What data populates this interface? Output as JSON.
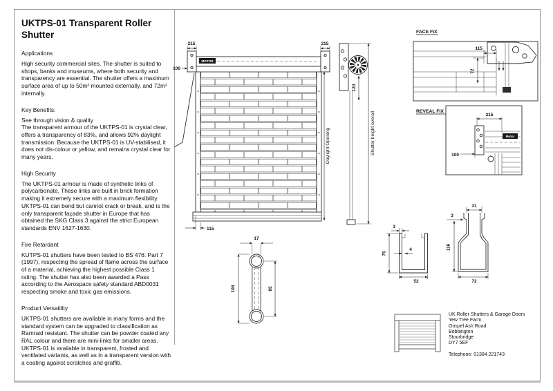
{
  "doc": {
    "title": "UKTPS-01 Transparent Roller Shutter",
    "sections": [
      {
        "heading": "Applications",
        "body": "High security commercial sites. The shutter is suited to shops, banks and museums, where both security and transparency are essential. The shutter offers a maximum surface area of up to 50m² mounted externally, and 72m² internally."
      },
      {
        "heading": "Key Benefits:",
        "lead": "See through vision & quality",
        "body": "The transparent armour of the UKTPS-01 is crystal clear, offers a transparency of 83%, and allows 92% daylight transmission. Because the UKTPS-01 is UV-stabilised, it does not dis-colour or yellow, and remains crystal clear for many years."
      },
      {
        "heading": "High Security",
        "body": "The UKTPS-01 armour is made of synthetic links of polycarbonate. These links are built in brick formation making it extremely secure with a maximum flexibility. UKTPS-01 can bend but cannot crack or break, and is the only transparent façade shutter in Europe that has obtained the SKG Class 3 against the strict European standards ENV 1627-1630."
      },
      {
        "heading": "Fire Retardant",
        "body": "KUTPS-01 shutters have been tested to BS 476: Part 7 (1997), respecting the spread of flame across the surface of a material, achieving the highest possible Class 1 rating. The shutter has also been awarded a Pass according to the Aerospace safety standard ABD0031 respecting smoke and toxic gas emissions."
      },
      {
        "heading": "Product Versatility",
        "body": "UKTPS-01 shutters are available in many forms and the standard system can be upgraded to classification as Ramraid resistant. The shutter can be powder coated any RAL colour and there are mini-links for smaller areas. UKTPS-01 is available in transparent, frosted and ventilated variants, as well as in a transparent version with a coating against scratches and graffiti."
      }
    ]
  },
  "drawing": {
    "elevation": {
      "dim_left_215": "215",
      "dim_right_215": "215",
      "dim_100": "100",
      "dim_115": "115",
      "motor_label": "MOTOR",
      "daylight_label": "Daylight Opening"
    },
    "side_view": {
      "dim_120": "120",
      "height_label": "Shutter height overall"
    },
    "link_detail": {
      "dim_17": "17",
      "dim_108": "108",
      "dim_85": "85"
    },
    "face_fix": {
      "title": "FACE FIX",
      "dim_115": "115",
      "dim_72": "72"
    },
    "reveal_fix": {
      "title": "REVEAL FIX",
      "dim_215": "215",
      "dim_100": "100",
      "motor_label": "Motor"
    },
    "guide_section": {
      "dim_3": "3",
      "dim_75": "75",
      "dim_4": "4",
      "dim_52": "52"
    },
    "bottom_rail_section": {
      "dim_31": "31",
      "dim_3": "3",
      "dim_116": "116",
      "dim_72": "72"
    }
  },
  "contact": {
    "company": "UK Roller Shutters & Garage Doors",
    "address_lines": [
      "Yew Tree Farm",
      "Gospel Ash Road",
      "Bobbington",
      "Stourbridge",
      "DY7 5EF"
    ],
    "telephone": "Telephone: 01384 221743"
  }
}
